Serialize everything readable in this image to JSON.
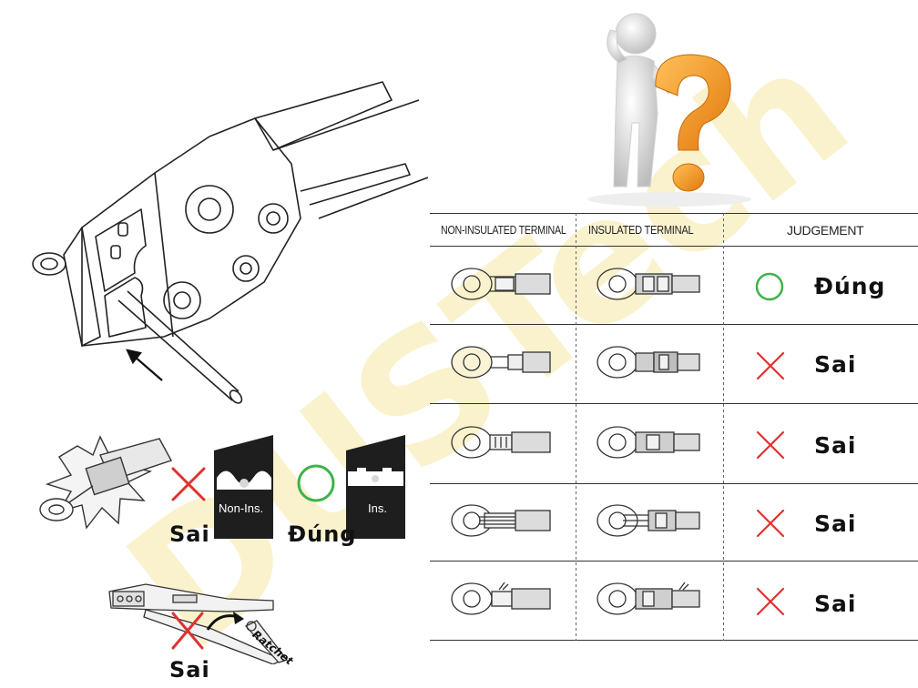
{
  "table": {
    "headers": {
      "non_insulated": "NON-INSULATED TERMINAL",
      "insulated": "INSULATED TERMINAL",
      "judgement": "JUDGEMENT"
    },
    "rows": [
      {
        "verdict": "Đúng",
        "mark": "circle"
      },
      {
        "verdict": "Sai",
        "mark": "cross"
      },
      {
        "verdict": "Sai",
        "mark": "cross"
      },
      {
        "verdict": "Sai",
        "mark": "cross"
      },
      {
        "verdict": "Sai",
        "mark": "cross"
      }
    ]
  },
  "left": {
    "wrong_label": "Sai",
    "right_label": "Đúng",
    "die_non_ins": "Non-Ins.",
    "die_ins": "Ins.",
    "ratchet_label": "Ratchet",
    "bottom_wrong_label": "Sai"
  },
  "watermark": "DUSTech",
  "colors": {
    "correct": "#3cb34a",
    "wrong": "#e0322d",
    "question_mark": "#f39a1e",
    "watermark": "#f7e9a6"
  }
}
